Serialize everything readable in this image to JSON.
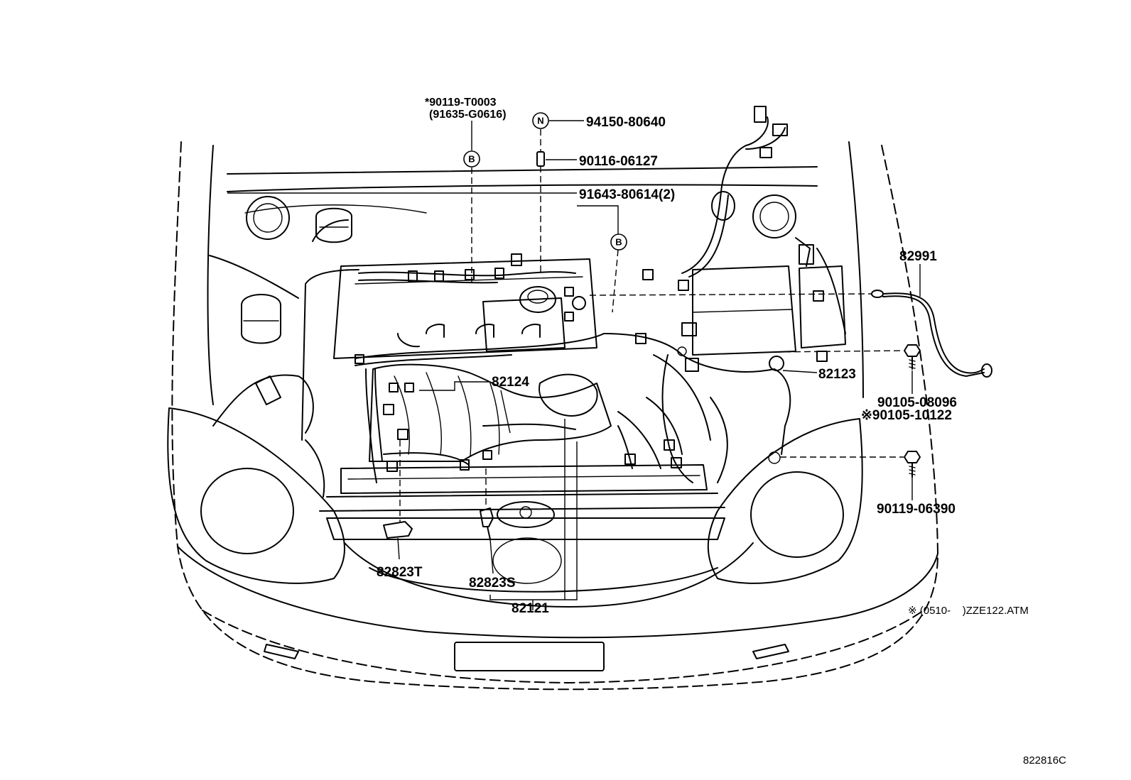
{
  "callouts": {
    "star_bolt": "*90119-T0003",
    "alt_bolt": "(91635-G0616)",
    "mark_b": "B",
    "mark_n": "N",
    "nut_n": "94150-80640",
    "bolt_top": "90116-06127",
    "clamp": "91643-80614(2)",
    "cable_82991": "82991",
    "wire_82124": "82124",
    "wire_82123": "82123",
    "bolt_08096": "90105-08096",
    "bolt_10122": "※90105-10122",
    "bolt_06390": "90119-06390",
    "conn_82823t": "82823T",
    "conn_82823s": "82823S",
    "wire_82121": "82121"
  },
  "notes": {
    "applicability": "※ (0510-    )ZZE122.ATM",
    "figure_code": "822816C"
  }
}
